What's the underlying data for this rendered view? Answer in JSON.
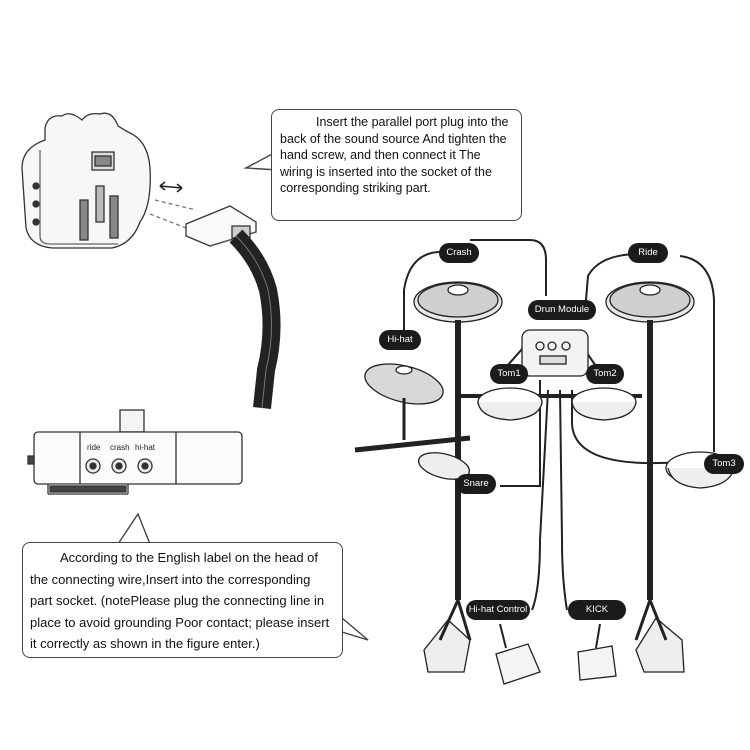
{
  "callouts": {
    "top": "Insert the parallel port plug into the back of the sound source And tighten the hand screw, and then connect it The wiring is inserted into the socket of the corresponding striking part.",
    "bottom": "According to the English label on the head of the connecting wire,Insert into the corresponding part socket. (notePlease plug the connecting line in place to avoid grounding Poor contact; please insert it correctly as shown in the figure enter.)"
  },
  "module_jacks": [
    "ride",
    "crash",
    "hi-hat"
  ],
  "kit_labels": {
    "crash": "Crash",
    "ride": "Ride",
    "hihat": "Hi-hat",
    "module": "Drun Module",
    "tom1": "Tom1",
    "tom2": "Tom2",
    "tom3": "Tom3",
    "snare": "Snare",
    "hihat_control": "Hi-hat Control",
    "kick": "KICK"
  },
  "colors": {
    "line": "#222222",
    "tag_bg": "#1b1b1b",
    "tag_text": "#ffffff"
  }
}
